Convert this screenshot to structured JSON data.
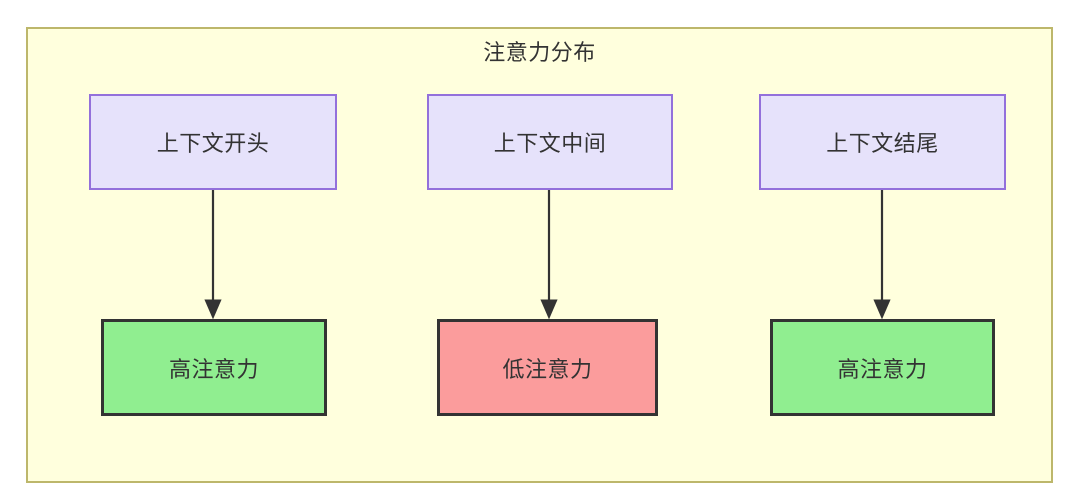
{
  "diagram": {
    "type": "flowchart",
    "title": "注意力分布",
    "container": {
      "fill_color": "#ffffdd",
      "border_color": "#bdb76b"
    },
    "colors": {
      "context_fill": "#e6e2fb",
      "context_border": "#9370db",
      "high_attention_fill": "#90ee90",
      "low_attention_fill": "#fb9c9c",
      "node_border": "#333333",
      "edge_color": "#333333",
      "text_color": "#333333"
    },
    "columns": [
      {
        "id": "start",
        "source": {
          "label": "上下文开头",
          "style": "context"
        },
        "target": {
          "label": "高注意力",
          "style": "high"
        },
        "edge": {
          "type": "arrow",
          "label": ""
        }
      },
      {
        "id": "middle",
        "source": {
          "label": "上下文中间",
          "style": "context"
        },
        "target": {
          "label": "低注意力",
          "style": "low"
        },
        "edge": {
          "type": "arrow",
          "label": ""
        }
      },
      {
        "id": "end",
        "source": {
          "label": "上下文结尾",
          "style": "context"
        },
        "target": {
          "label": "高注意力",
          "style": "high"
        },
        "edge": {
          "type": "arrow",
          "label": ""
        }
      }
    ]
  }
}
